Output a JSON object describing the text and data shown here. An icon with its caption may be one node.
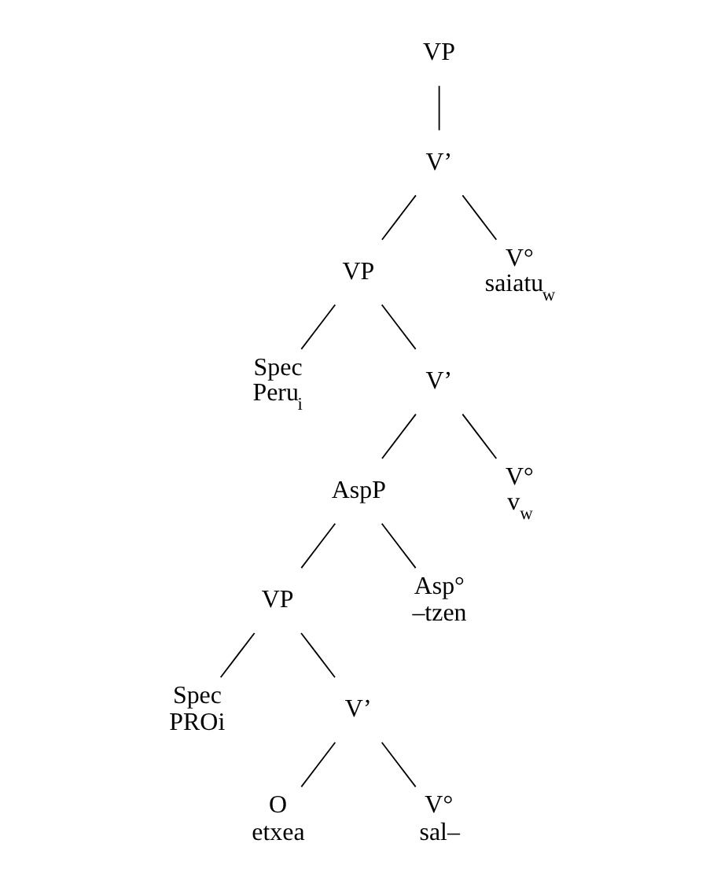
{
  "diagram": {
    "nodes": [
      {
        "text": [
          "VP"
        ]
      },
      {
        "text": [
          "V’"
        ]
      },
      {
        "text": [
          "VP"
        ]
      },
      {
        "text": [
          "V°",
          "saiatu$_{w}$"
        ]
      },
      {
        "text": [
          "Spec",
          "Peru$_{i}$"
        ]
      },
      {
        "text": [
          "V’"
        ]
      },
      {
        "text": [
          "AspP"
        ]
      },
      {
        "text": [
          "V°",
          "v$_{w}$"
        ]
      },
      {
        "text": [
          "VP"
        ]
      },
      {
        "text": [
          "Asp°",
          "–tzen"
        ]
      },
      {
        "text": [
          "Spec",
          "PROi"
        ]
      },
      {
        "text": [
          "V’"
        ]
      },
      {
        "text": [
          "O",
          "etxea"
        ]
      },
      {
        "text": [
          "V°",
          "sal–"
        ]
      }
    ],
    "edges": [
      {
        "from": 0,
        "to": 1,
        "arrow": "none"
      },
      {
        "from": 1,
        "to": 2,
        "arrow": "none"
      },
      {
        "from": 1,
        "to": 3,
        "arrow": "none"
      },
      {
        "from": 2,
        "to": 4,
        "arrow": "none"
      },
      {
        "from": 2,
        "to": 5,
        "arrow": "none"
      },
      {
        "from": 5,
        "to": 6,
        "arrow": "none"
      },
      {
        "from": 5,
        "to": 7,
        "arrow": "none"
      },
      {
        "from": 6,
        "to": 8,
        "arrow": "none"
      },
      {
        "from": 6,
        "to": 9,
        "arrow": "none"
      },
      {
        "from": 8,
        "to": 10,
        "arrow": "none"
      },
      {
        "from": 8,
        "to": 11,
        "arrow": "none"
      },
      {
        "from": 11,
        "to": 12,
        "arrow": "none"
      },
      {
        "from": 11,
        "to": 13,
        "arrow": "none"
      }
    ]
  }
}
